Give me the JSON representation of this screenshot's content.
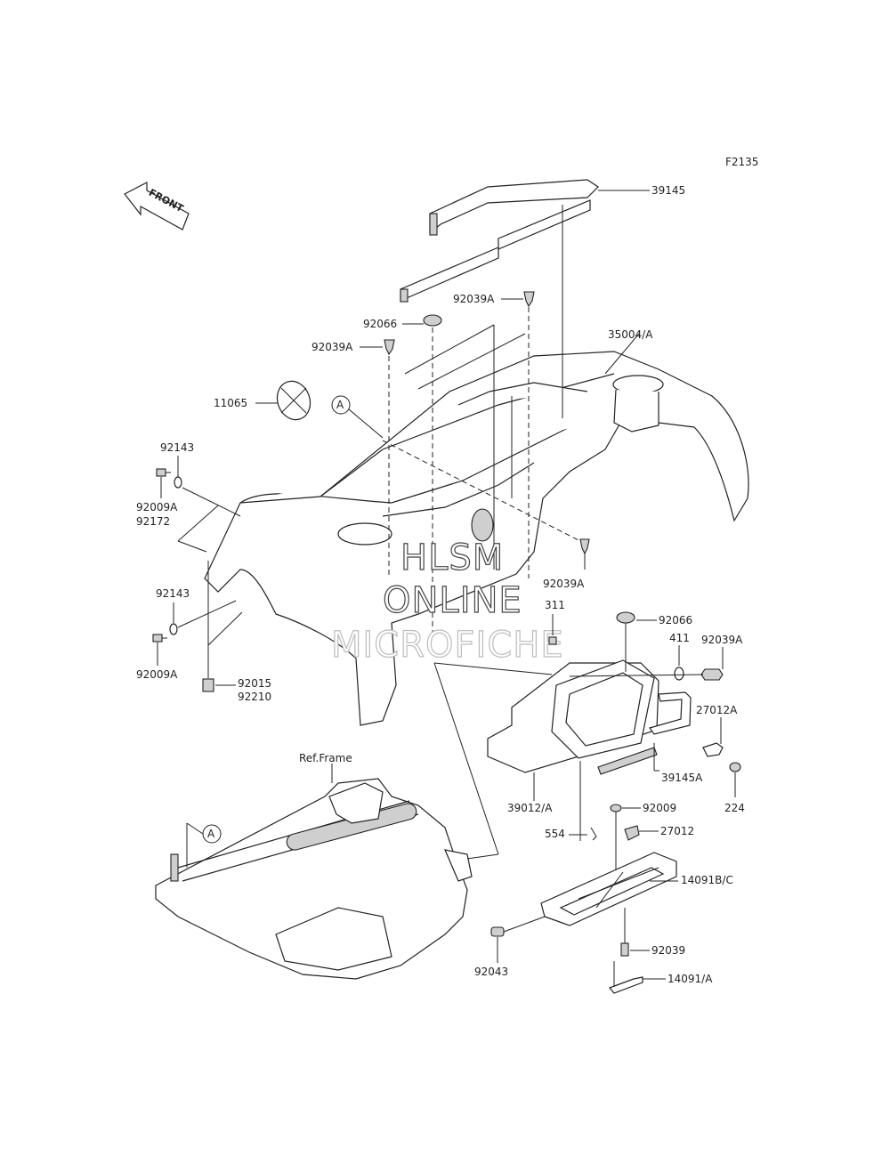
{
  "figure_code": "F2135",
  "front_arrow": "FRONT",
  "ref_frame": "Ref.Frame",
  "callout_a": "A",
  "watermark": [
    "HLSM",
    "ONLINE",
    "MICROFICHE"
  ],
  "parts": {
    "p39145": "39145",
    "p92039a_top": "92039A",
    "p92066_top": "92066",
    "p35004": "35004/A",
    "p92039a_left": "92039A",
    "p11065": "11065",
    "p92143_top": "92143",
    "p92009a_top": "92009A",
    "p92172": "92172",
    "p92039a_mid": "92039A",
    "p92143_bot": "92143",
    "p92009a_bot": "92009A",
    "p92015": "92015",
    "p92210": "92210",
    "p311": "311",
    "p92066_right": "92066",
    "p411": "411",
    "p92039a_right": "92039A",
    "p27012a": "27012A",
    "p39145a": "39145A",
    "p224": "224",
    "p39012": "39012/A",
    "p92009": "92009",
    "p554": "554",
    "p27012": "27012",
    "p14091bc": "14091B/C",
    "p92039": "92039",
    "p92043": "92043",
    "p14091a": "14091/A"
  }
}
